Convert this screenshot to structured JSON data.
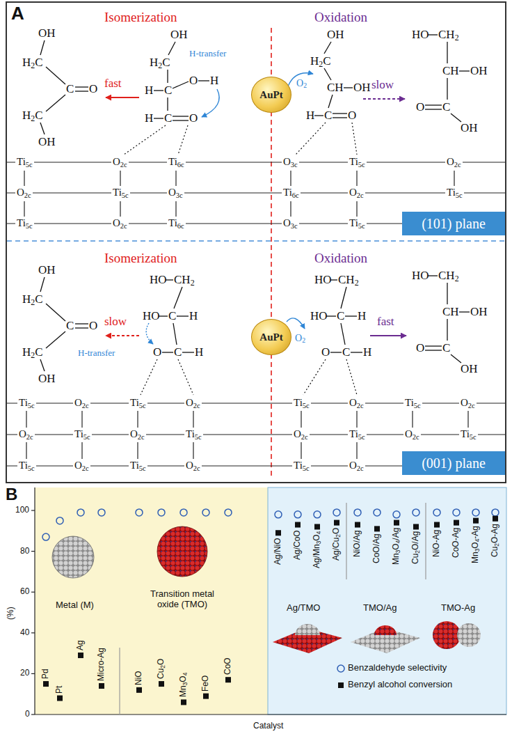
{
  "diagram": {
    "nodes": [
      {
        "text": [
          "A"
        ]
      },
      {
        "text": [
          "AuPt"
        ],
        "in": 0
      },
      {
        "text": [
          "(101) plane"
        ],
        "in": 0
      },
      {
        "text": [
          "AuPt"
        ],
        "in": 0
      },
      {
        "text": [
          "(001) plane"
        ],
        "in": 0
      }
    ],
    "labels": [
      "Isomerization",
      "Oxidation",
      "OH",
      "H2C",
      "C",
      "O",
      "H2C",
      "OH",
      "fast",
      "OH",
      "H2C",
      "H-transfer",
      "O",
      "H",
      "H",
      "C",
      "H",
      "C",
      "O",
      "O2",
      "OH",
      "H2C",
      "CH",
      "OH",
      "H",
      "C",
      "O",
      "slow",
      "HO",
      "CH2",
      "CH",
      "OH",
      "C",
      "O",
      "OH",
      "Ti5c",
      "O2c",
      "Ti6c",
      "O3c",
      "Ti5c",
      "O2c",
      "O2c",
      "Ti5c",
      "O3c",
      "Ti6c",
      "O2c",
      "Ti5c",
      "Ti5c",
      "O2c",
      "Ti6c",
      "O3c",
      "Ti5c",
      "Isomerization",
      "Oxidation",
      "OH",
      "H2C",
      "C",
      "O",
      "H2C",
      "OH",
      "slow",
      "H-transfer",
      "HO",
      "CH2",
      "HO",
      "C",
      "H",
      "O",
      "C",
      "H",
      "O2",
      "HO",
      "CH2",
      "HO",
      "C",
      "H",
      "O",
      "C",
      "H",
      "fast",
      "HO",
      "CH2",
      "CH",
      "OH",
      "C",
      "O",
      "OH",
      "Ti5c",
      "O2c",
      "Ti5c",
      "O2c",
      "Ti5c",
      "O2c",
      "Ti5c",
      "O2c",
      "O2c",
      "Ti5c",
      "O2c",
      "Ti5c",
      "O2c",
      "Ti5c",
      "O2c",
      "Ti5c",
      "Ti5c",
      "O2c",
      "Ti5c",
      "O2c",
      "Ti5c",
      "O2c",
      "B",
      "(%)",
      "100",
      "80",
      "60",
      "40",
      "20",
      "0",
      "Catalyst",
      "Metal (M)",
      "Transition metal oxide (TMO)",
      "Pd",
      "Pt",
      "Ag",
      "Micro-Ag",
      "NiO",
      "Cu2O",
      "Mn3O4",
      "FeO",
      "CoO",
      "Ag/NiO",
      "Ag/CoO",
      "Ag/Mn3O4",
      "Ag/Cu2O",
      "NiO/Ag",
      "CoO/Ag",
      "Mn3O4/Ag",
      "Cu2O/Ag",
      "NiO-Ag",
      "CoO-Ag",
      "Mn3O4-Ag",
      "Cu2O-Ag",
      "Ag/TMO",
      "TMO/Ag",
      "TMO-Ag"
    ],
    "legend": [
      {
        "text": "Benzaldehyde selectivity"
      },
      {
        "text": "Benzyl alcohol conversion"
      }
    ]
  }
}
